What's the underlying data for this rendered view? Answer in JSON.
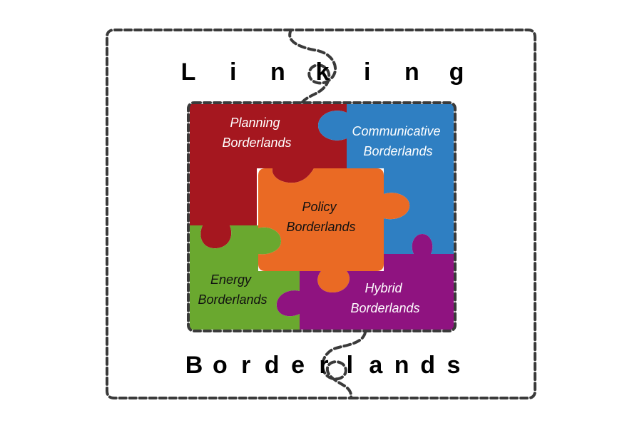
{
  "title": {
    "top_word": "Linking",
    "bottom_word": "Borderlands"
  },
  "pieces": {
    "planning": {
      "line1": "Planning",
      "line2": "Borderlands",
      "color": "#a5171f",
      "text_color": "#ffffff"
    },
    "communicative": {
      "line1": "Communicative",
      "line2": "Borderlands",
      "color": "#2f7fc2",
      "text_color": "#ffffff"
    },
    "policy": {
      "line1": "Policy",
      "line2": "Borderlands",
      "color": "#ea6a24",
      "text_color": "#111111"
    },
    "energy": {
      "line1": "Energy",
      "line2": "Borderlands",
      "color": "#6aa82f",
      "text_color": "#111111"
    },
    "hybrid": {
      "line1": "Hybrid",
      "line2": "Borderlands",
      "color": "#8f1380",
      "text_color": "#ffffff"
    }
  },
  "frame": {
    "stroke_color": "#3a3a3a"
  }
}
